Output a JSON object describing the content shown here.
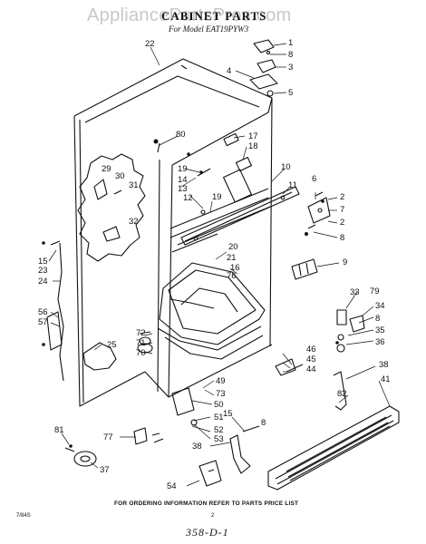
{
  "watermark": "AppliancePartsPros.com",
  "title": "CABINET PARTS",
  "subtitle": "For Model EAT19PYW3",
  "footer_note": "FOR ORDERING INFORMATION REFER TO PARTS PRICE LIST",
  "page_number": "2",
  "doc_id": "7/84S",
  "handwritten_stamp": "358-D-1",
  "callouts": [
    {
      "id": "c22",
      "label": "22"
    },
    {
      "id": "c1",
      "label": "1"
    },
    {
      "id": "c8a",
      "label": "8"
    },
    {
      "id": "c3",
      "label": "3"
    },
    {
      "id": "c4",
      "label": "4"
    },
    {
      "id": "c5",
      "label": "5"
    },
    {
      "id": "c80",
      "label": "80"
    },
    {
      "id": "c17",
      "label": "17"
    },
    {
      "id": "c18",
      "label": "18"
    },
    {
      "id": "c29",
      "label": "29"
    },
    {
      "id": "c30",
      "label": "30"
    },
    {
      "id": "c31",
      "label": "31"
    },
    {
      "id": "c32",
      "label": "32"
    },
    {
      "id": "c19a",
      "label": "19"
    },
    {
      "id": "c14",
      "label": "14"
    },
    {
      "id": "c13",
      "label": "13"
    },
    {
      "id": "c12",
      "label": "12"
    },
    {
      "id": "c19b",
      "label": "19"
    },
    {
      "id": "c10",
      "label": "10"
    },
    {
      "id": "c11",
      "label": "11"
    },
    {
      "id": "c6",
      "label": "6"
    },
    {
      "id": "c2a",
      "label": "2"
    },
    {
      "id": "c7",
      "label": "7"
    },
    {
      "id": "c2b",
      "label": "2"
    },
    {
      "id": "c8b",
      "label": "8"
    },
    {
      "id": "c20",
      "label": "20"
    },
    {
      "id": "c21",
      "label": "21"
    },
    {
      "id": "c16",
      "label": "16"
    },
    {
      "id": "c76",
      "label": "76"
    },
    {
      "id": "c9",
      "label": "9"
    },
    {
      "id": "c15a",
      "label": "15"
    },
    {
      "id": "c23",
      "label": "23"
    },
    {
      "id": "c24",
      "label": "24"
    },
    {
      "id": "c56",
      "label": "56"
    },
    {
      "id": "c57",
      "label": "57"
    },
    {
      "id": "c25",
      "label": "25"
    },
    {
      "id": "c72",
      "label": "72"
    },
    {
      "id": "c71",
      "label": "71"
    },
    {
      "id": "c70",
      "label": "70"
    },
    {
      "id": "c33",
      "label": "33"
    },
    {
      "id": "c79",
      "label": "79"
    },
    {
      "id": "c34",
      "label": "34"
    },
    {
      "id": "c8c",
      "label": "8"
    },
    {
      "id": "c35",
      "label": "35"
    },
    {
      "id": "c36",
      "label": "36"
    },
    {
      "id": "c46",
      "label": "46"
    },
    {
      "id": "c45",
      "label": "45"
    },
    {
      "id": "c44",
      "label": "44"
    },
    {
      "id": "c38a",
      "label": "38"
    },
    {
      "id": "c41",
      "label": "41"
    },
    {
      "id": "c49",
      "label": "49"
    },
    {
      "id": "c73",
      "label": "73"
    },
    {
      "id": "c50",
      "label": "50"
    },
    {
      "id": "c51",
      "label": "51"
    },
    {
      "id": "c82",
      "label": "82"
    },
    {
      "id": "c15b",
      "label": "15"
    },
    {
      "id": "c52",
      "label": "52"
    },
    {
      "id": "c77",
      "label": "77"
    },
    {
      "id": "c53",
      "label": "53"
    },
    {
      "id": "c81",
      "label": "81"
    },
    {
      "id": "c38b",
      "label": "38"
    },
    {
      "id": "c37",
      "label": "37"
    },
    {
      "id": "c54",
      "label": "54"
    },
    {
      "id": "c8d",
      "label": "8"
    }
  ]
}
